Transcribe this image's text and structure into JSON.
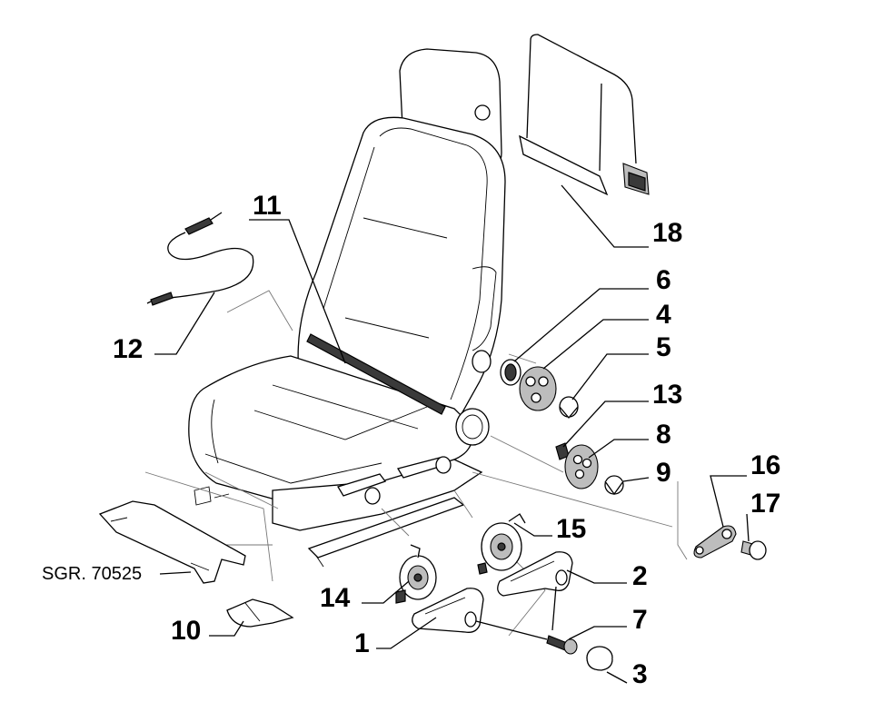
{
  "callouts": [
    {
      "id": "c1",
      "label": "1"
    },
    {
      "id": "c2",
      "label": "2"
    },
    {
      "id": "c3",
      "label": "3"
    },
    {
      "id": "c4",
      "label": "4"
    },
    {
      "id": "c5",
      "label": "5"
    },
    {
      "id": "c6",
      "label": "6"
    },
    {
      "id": "c7",
      "label": "7"
    },
    {
      "id": "c8",
      "label": "8"
    },
    {
      "id": "c9",
      "label": "9"
    },
    {
      "id": "c10",
      "label": "10"
    },
    {
      "id": "c11",
      "label": "11"
    },
    {
      "id": "c12",
      "label": "12"
    },
    {
      "id": "c13",
      "label": "13"
    },
    {
      "id": "c14",
      "label": "14"
    },
    {
      "id": "c15",
      "label": "15"
    },
    {
      "id": "c16",
      "label": "16"
    },
    {
      "id": "c17",
      "label": "17"
    },
    {
      "id": "c18",
      "label": "18"
    }
  ],
  "reference": {
    "label": "SGR. 70525"
  }
}
